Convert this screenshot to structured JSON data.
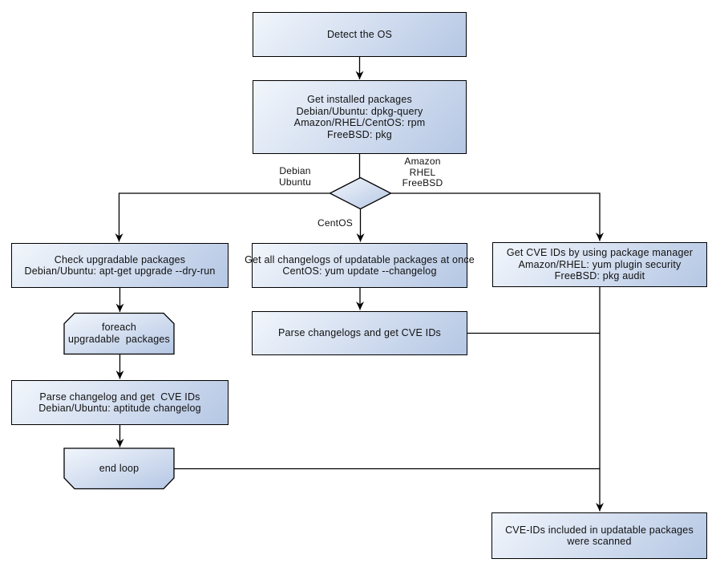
{
  "colors": {
    "node_fill_light": "#f2f6fc",
    "node_fill_dark": "#b5c7e4",
    "node_border": "#000000",
    "connector": "#000000",
    "text": "#111111"
  },
  "nodes": {
    "detect_os": {
      "shape": "rect",
      "label": "Detect the OS"
    },
    "get_installed_packages": {
      "shape": "rect",
      "label": "Get installed packages\nDebian/Ubuntu: dpkg-query\nAmazon/RHEL/CentOS: rpm\nFreeBSD: pkg"
    },
    "os_decision": {
      "shape": "diamond",
      "label": ""
    },
    "check_upgradable": {
      "shape": "rect",
      "label": "Check upgradable packages\nDebian/Ubuntu: apt-get upgrade --dry-run"
    },
    "foreach_loop": {
      "shape": "loop-start",
      "label": "foreach\nupgradable  packages"
    },
    "parse_changelog_deb": {
      "shape": "rect",
      "label": "Parse changelog and get  CVE IDs\nDebian/Ubuntu: aptitude changelog"
    },
    "end_loop": {
      "shape": "loop-end",
      "label": "end loop"
    },
    "get_all_changelogs": {
      "shape": "rect",
      "label": "Get all changelogs of updatable packages at once\nCentOS: yum update --changelog"
    },
    "parse_changelogs_centos": {
      "shape": "rect",
      "label": "Parse changelogs and get CVE IDs"
    },
    "get_cve_ids_pkg_mgr": {
      "shape": "rect",
      "label": "Get CVE IDs by using package manager\nAmazon/RHEL: yum plugin security\nFreeBSD: pkg audit"
    },
    "scanned_result": {
      "shape": "rect",
      "label": "CVE-IDs included in updatable packages\nwere scanned"
    }
  },
  "edge_labels": {
    "debian_ubuntu": "Debian\nUbuntu",
    "amazon_rhel_freebsd": "Amazon\nRHEL\nFreeBSD",
    "centos": "CentOS"
  }
}
